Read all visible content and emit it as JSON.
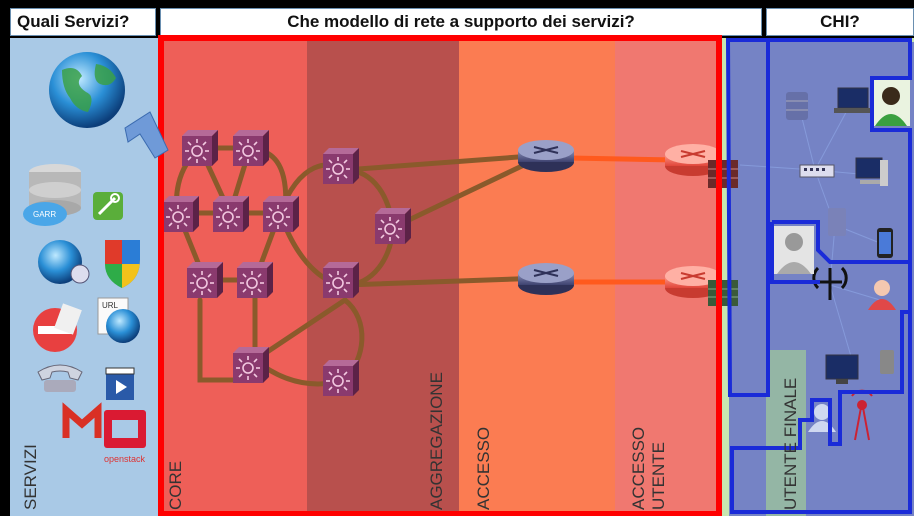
{
  "headers": {
    "services": "Quali Servizi?",
    "network_model": "Che modello di rete a supporto dei servizi?",
    "who": "CHI?"
  },
  "columns": {
    "servizi": "SERVIZI",
    "core": "CORE",
    "aggregazione": "AGGREGAZIONE",
    "accesso": "ACCESSO",
    "accesso_utente_line1": "ACCESSO",
    "accesso_utente_line2": "UTENTE",
    "utente_finale": "UTENTE FINALE"
  },
  "service_icons": {
    "garr_text": "GARR",
    "url_text": "URL",
    "openstack_text": "openstack"
  },
  "colors": {
    "services_bg": "#a9c9e6",
    "core_bg": "#ee5f58",
    "aggregazione_bg": "#b8504d",
    "accesso_bg": "#fb7c52",
    "accesso_utente_bg": "#f07870",
    "user_bg": "#6c78c8",
    "highlight_red": "#ff0000",
    "highlight_blue": "#1a2bd8",
    "link_brown": "#8a5a2b",
    "link_orange": "#ff5a1e",
    "switch_purple": "#8a3a6e"
  }
}
